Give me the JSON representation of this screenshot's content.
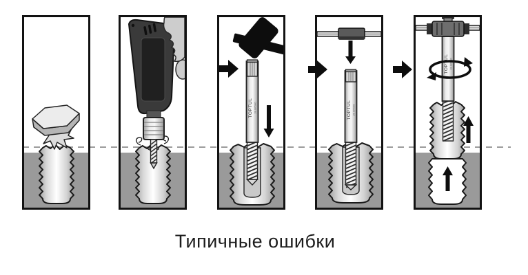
{
  "caption": {
    "text": "Типичные ошибки"
  },
  "extractor_marking": {
    "brand": "TOPTUL",
    "size": "1/8 GR5AO"
  },
  "colors": {
    "ink": "#121212",
    "material_gray": "#9a9a9a",
    "dashed_line": "#9b9b9b",
    "drill_body": "#3a3a3a",
    "hand": "#cdcdcd",
    "mallet": "#0d0d0d",
    "arrow": "#0d0d0d",
    "caption_text": "#1c1c1c"
  }
}
